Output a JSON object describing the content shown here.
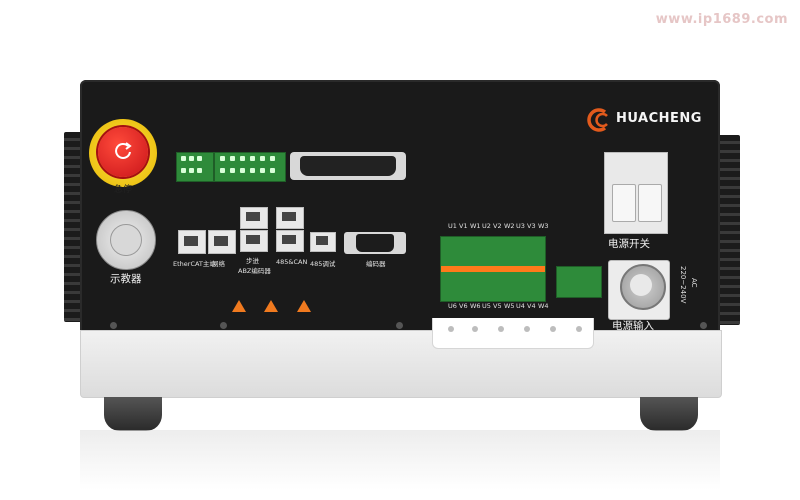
{
  "watermark": "www.ip1689.com",
  "brand": {
    "name": "HUACHENG"
  },
  "labels": {
    "estop": "急停",
    "teach_pendant": "示教器",
    "ethercat": "EtherCAT主站",
    "network": "网络",
    "stepper": "步进",
    "abz_encoder": "ABZ编码器",
    "rs485_can": "485&CAN",
    "rs485_debug": "485调试",
    "encoder": "编码器",
    "power_switch": "电源开关",
    "power_input": "电源输入",
    "ac_voltage": "220~240V",
    "ac": "AC"
  },
  "terminals": {
    "top_row": [
      "U1",
      "V1",
      "W1",
      "U2",
      "V2",
      "W2",
      "U3",
      "V3",
      "W3"
    ],
    "bottom_row": [
      "U6",
      "V6",
      "W6",
      "U5",
      "V5",
      "W5",
      "U4",
      "V4",
      "W4"
    ]
  },
  "colors": {
    "chassis": "#1a1a1a",
    "estop_red": "#c8141a",
    "estop_yellow": "#e6b800",
    "terminal_green": "#2e8b3a",
    "warning_orange": "#f07a1f",
    "brand_orange": "#e25a1c"
  }
}
